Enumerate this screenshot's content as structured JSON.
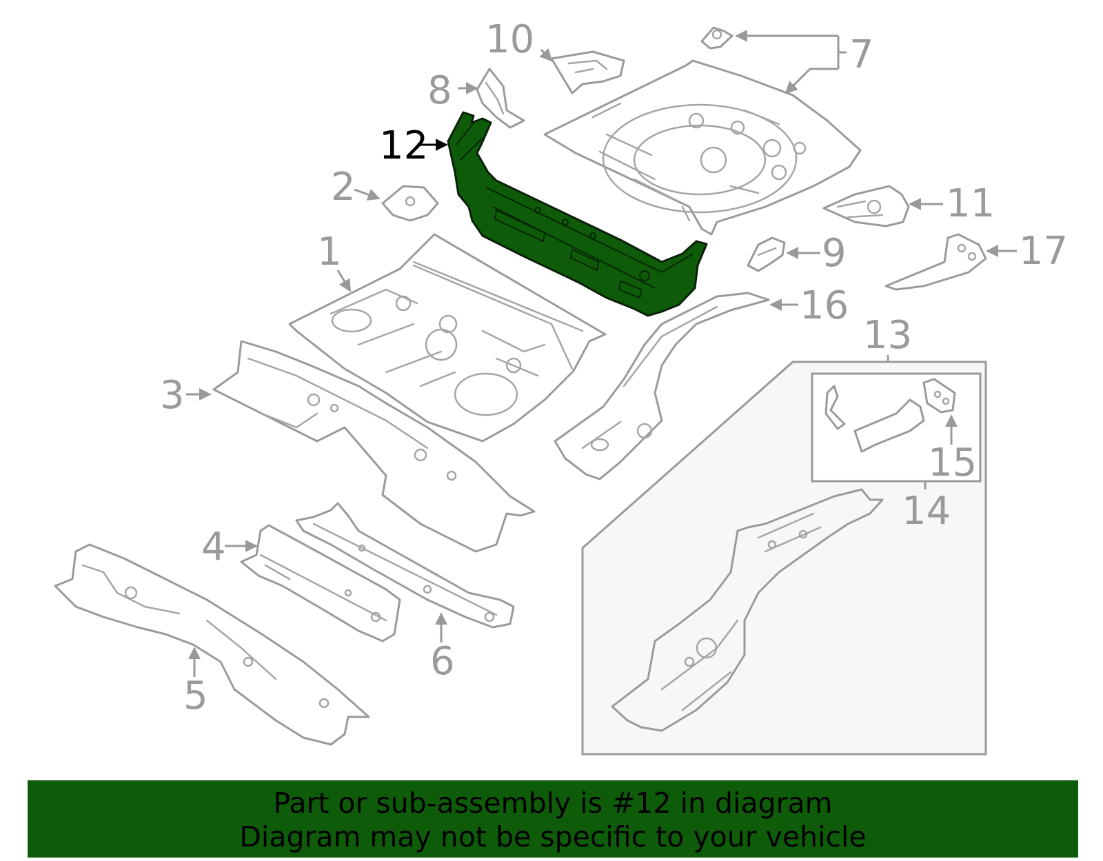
{
  "diagram": {
    "highlighted_part": "12",
    "highlight_color": "#0e5c0a",
    "line_color": "#9a9a9a",
    "labels": {
      "p1": "1",
      "p2": "2",
      "p3": "3",
      "p4": "4",
      "p5": "5",
      "p6": "6",
      "p7": "7",
      "p8": "8",
      "p9": "9",
      "p10": "10",
      "p11": "11",
      "p12": "12",
      "p13": "13",
      "p14": "14",
      "p15": "15",
      "p16": "16",
      "p17": "17"
    }
  },
  "banner": {
    "line1": "Part or sub-assembly is #12 in diagram",
    "line2": "Diagram may not be specific to your vehicle",
    "background": "#0e5c0a"
  }
}
